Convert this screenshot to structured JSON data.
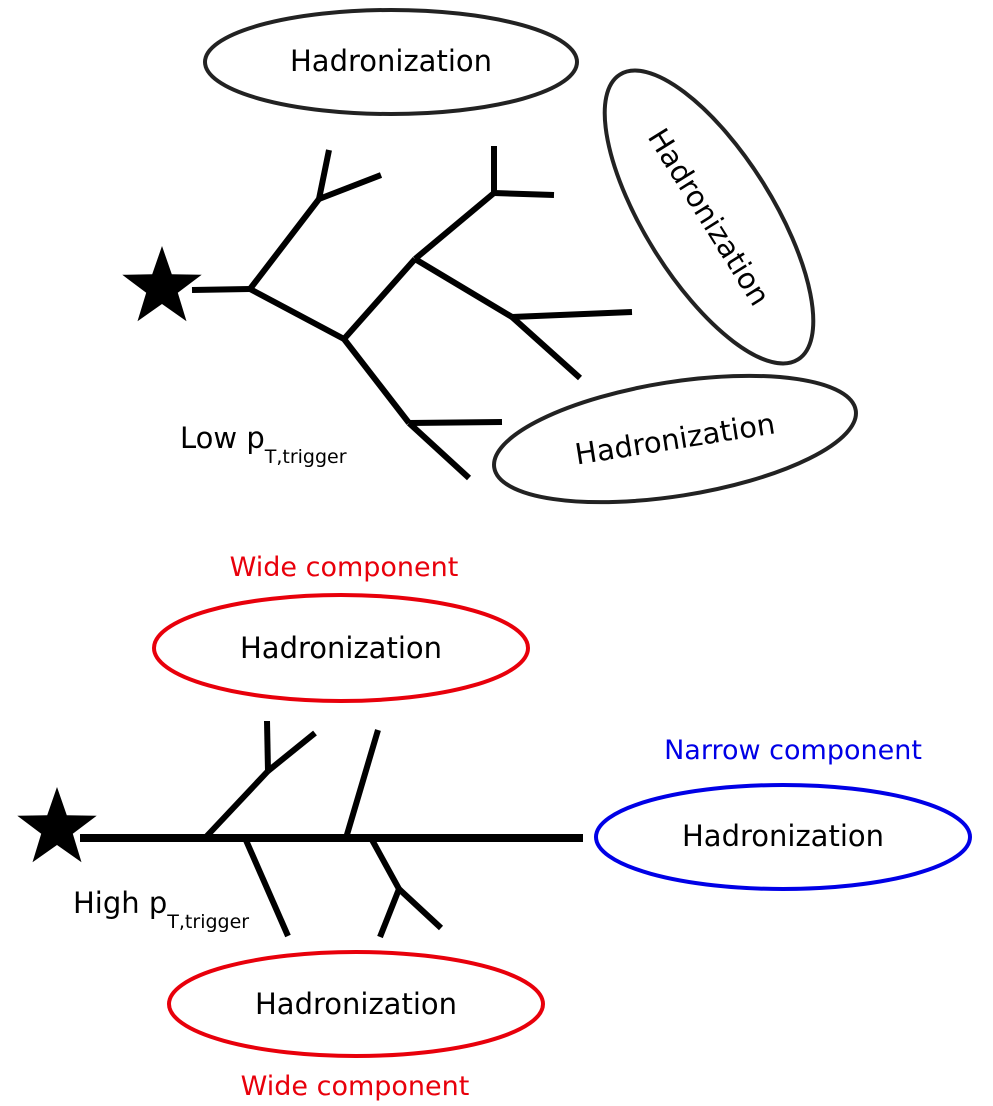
{
  "low_panel": {
    "trigger_label": "Low p",
    "trigger_subscript": "T,trigger",
    "hadronization_top": "Hadronization",
    "hadronization_right": "Hadronization",
    "hadronization_bottom": "Hadronization",
    "ellipse_color": "#222222"
  },
  "high_panel": {
    "trigger_label": "High p",
    "trigger_subscript": "T,trigger",
    "wide_top_caption": "Wide component",
    "wide_bottom_caption": "Wide component",
    "narrow_caption": "Narrow component",
    "hadronization_top": "Hadronization",
    "hadronization_bottom": "Hadronization",
    "hadronization_narrow": "Hadronization",
    "wide_color": "#e8000b",
    "narrow_color": "#0000e6"
  },
  "icons": {
    "trigger_marker": "star-icon"
  }
}
